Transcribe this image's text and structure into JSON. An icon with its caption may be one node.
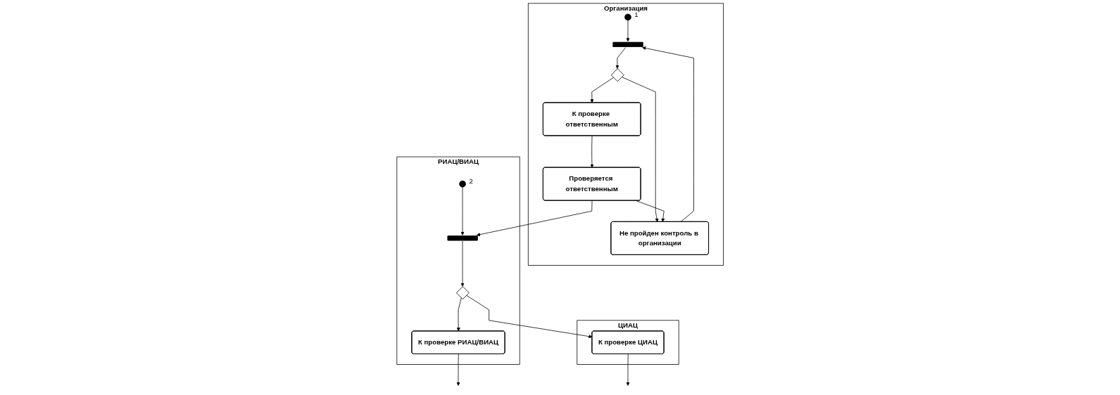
{
  "diagram": {
    "nodes": [
      {
        "text": [
          "Организация"
        ]
      },
      {
        "text": [],
        "shape": "circle",
        "in": 0,
        "beside": [
          "1"
        ]
      },
      {
        "text": [],
        "shape": "bar",
        "in": 0
      },
      {
        "text": [],
        "shape": "diamond",
        "in": 0
      },
      {
        "text": [
          "К проверке ответственным"
        ],
        "in": 0
      },
      {
        "text": [
          "Проверяется ответственным"
        ],
        "in": 0
      },
      {
        "text": [
          "Не пройден контроль в организации"
        ],
        "in": 0
      },
      {
        "text": [
          "РИАЦ/ВИАЦ"
        ]
      },
      {
        "text": [],
        "shape": "circle",
        "in": 7,
        "beside": [
          "2"
        ]
      },
      {
        "text": [],
        "shape": "bar",
        "in": 7
      },
      {
        "text": [],
        "shape": "diamond",
        "in": 7
      },
      {
        "text": [
          "К проверке РИАЦ/ВИАЦ"
        ],
        "in": 7
      },
      {
        "text": [
          "ЦИАЦ"
        ]
      },
      {
        "text": [
          "К проверке ЦИАЦ"
        ],
        "in": 12
      }
    ],
    "edges": [
      {
        "from": 1,
        "to": 2,
        "arrow": "to"
      },
      {
        "from": 6,
        "to": 2,
        "arrow": "to"
      },
      {
        "from": 2,
        "to": 3,
        "arrow": "to"
      },
      {
        "from": 3,
        "to": 4,
        "arrow": "to"
      },
      {
        "from": 3,
        "to": 6,
        "arrow": "to"
      },
      {
        "from": 4,
        "to": 5,
        "arrow": "to"
      },
      {
        "from": 5,
        "to": 6,
        "arrow": "to"
      },
      {
        "from": 5,
        "to": 9,
        "arrow": "to"
      },
      {
        "from": 8,
        "to": 9,
        "arrow": "to"
      },
      {
        "from": 9,
        "to": 10,
        "arrow": "to"
      },
      {
        "from": 10,
        "to": 11,
        "arrow": "to"
      },
      {
        "from": 10,
        "to": 13,
        "arrow": "to"
      },
      {
        "from": 11,
        "to": null,
        "arrow": "to"
      },
      {
        "from": 13,
        "to": null,
        "arrow": "to"
      }
    ]
  }
}
